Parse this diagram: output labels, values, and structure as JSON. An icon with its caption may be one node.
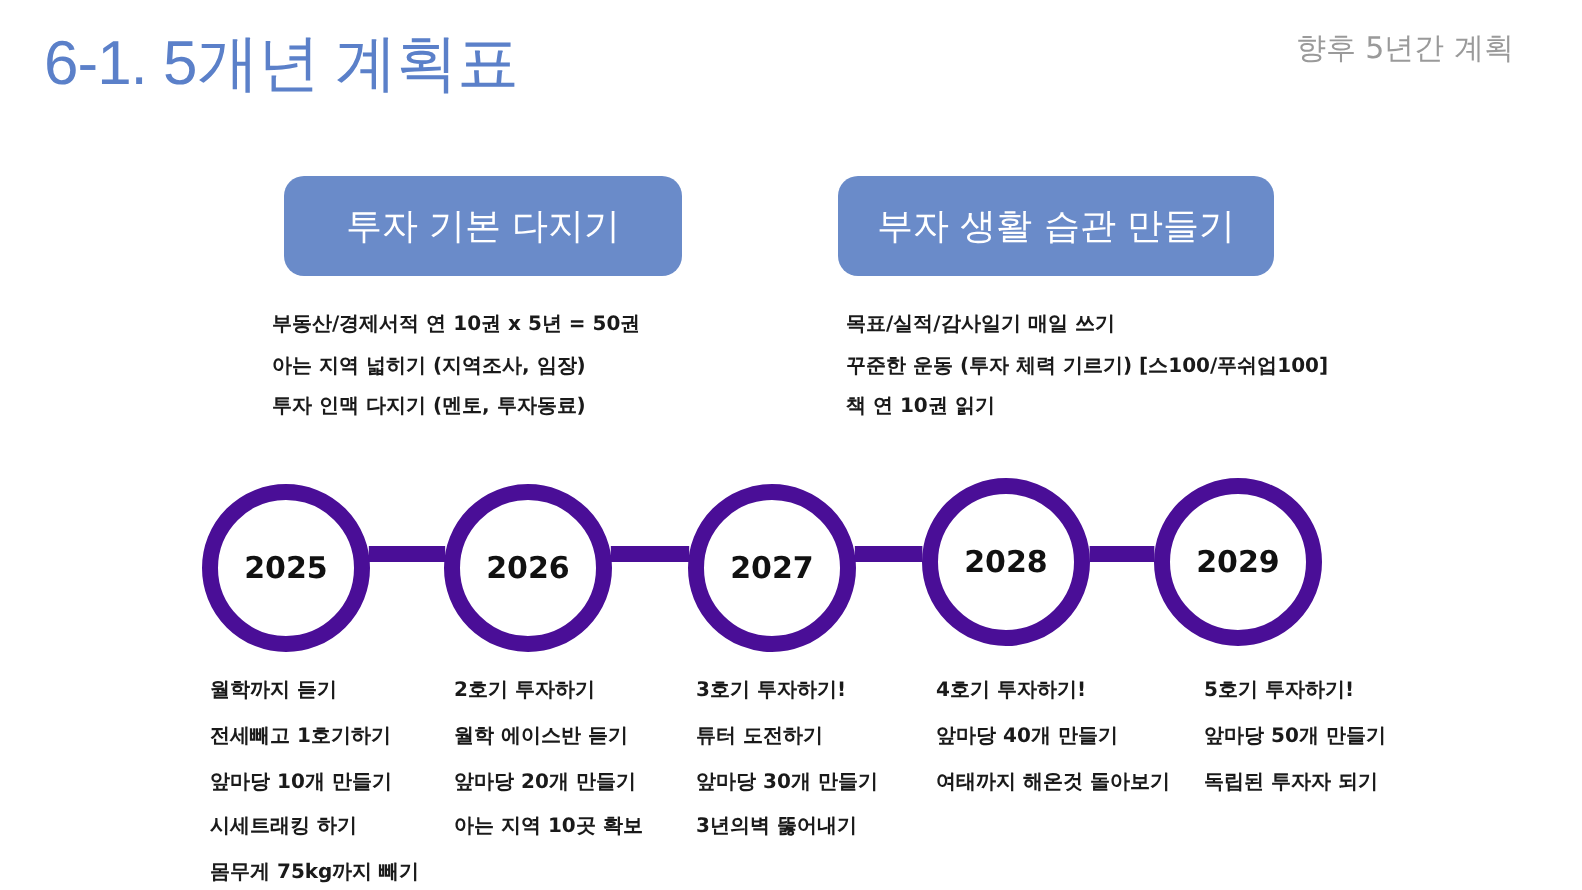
{
  "diagram": {
    "title": "6-1. 5개년 계획표",
    "nodes": [
      {
        "text": [
          "투자 기본 다지기"
        ],
        "beside": [
          "부동산/경제서적 연 10권 x 5년 = 50권",
          "아는 지역 넓히기 (지역조사, 임장)",
          "투자 인맥 다지기 (멘토, 투자동료)"
        ]
      },
      {
        "text": [
          "부자 생활 습관 만들기"
        ],
        "beside": [
          "목표/실적/감사일기 매일 쓰기",
          "꾸준한 운동 (투자 체력 기르기) [스100/푸쉬업100]",
          "책 연 10권 읽기"
        ]
      },
      {
        "text": [
          "2025"
        ],
        "beside": [
          "월학까지 듣기",
          "전세빼고 1호기하기",
          "앞마당 10개 만들기",
          "시세트래킹 하기",
          "몸무게 75kg까지 빼기"
        ]
      },
      {
        "text": [
          "2026"
        ],
        "beside": [
          "2호기 투자하기",
          "월학 에이스반 듣기",
          "앞마당 20개 만들기",
          "아는 지역 10곳 확보"
        ]
      },
      {
        "text": [
          "2027"
        ],
        "beside": [
          "3호기 투자하기!",
          "튜터 도전하기",
          "앞마당 30개 만들기",
          "3년의벽 뚫어내기"
        ]
      },
      {
        "text": [
          "2028"
        ],
        "beside": [
          "4호기 투자하기!",
          "앞마당 40개 만들기",
          "여태까지 해온것 돌아보기"
        ]
      },
      {
        "text": [
          "2029"
        ],
        "beside": [
          "5호기 투자하기!",
          "앞마당 50개 만들기",
          "독립된 투자자 되기"
        ]
      }
    ],
    "edges": [
      {
        "from": 2,
        "to": 3,
        "arrow": "none"
      },
      {
        "from": 3,
        "to": 4,
        "arrow": "none"
      },
      {
        "from": 4,
        "to": 5,
        "arrow": "none"
      },
      {
        "from": 5,
        "to": 6,
        "arrow": "none"
      }
    ],
    "labels": [
      "향후 5년간 계획"
    ]
  }
}
